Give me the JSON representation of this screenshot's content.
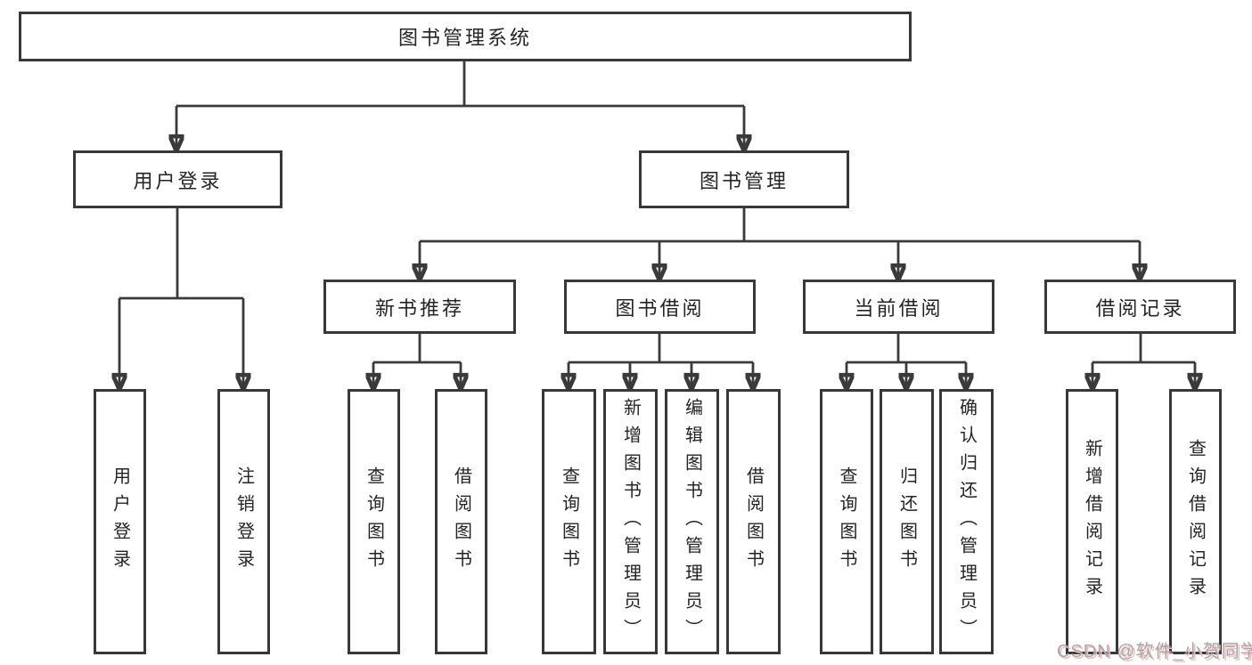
{
  "colors": {
    "background": "#ffffff",
    "line": "#3a3a3a",
    "box_border": "#383838",
    "text": "#242424",
    "watermark_gray": "#a6a6a6",
    "watermark_pink": "#f2bdbd"
  },
  "root": {
    "label": "图书管理系统"
  },
  "branches": {
    "user_login": {
      "label": "用户登录",
      "children": [
        {
          "label": "用户登录"
        },
        {
          "label": "注销登录"
        }
      ]
    },
    "book_mgmt": {
      "label": "图书管理",
      "sections": [
        {
          "label": "新书推荐",
          "children": [
            {
              "label": "查询图书"
            },
            {
              "label": "借阅图书"
            }
          ]
        },
        {
          "label": "图书借阅",
          "children": [
            {
              "label": "查询图书"
            },
            {
              "label": "新增图书（管理员）"
            },
            {
              "label": "编辑图书（管理员）"
            },
            {
              "label": "借阅图书"
            }
          ]
        },
        {
          "label": "当前借阅",
          "children": [
            {
              "label": "查询图书"
            },
            {
              "label": "归还图书"
            },
            {
              "label": "确认归还（管理员）"
            }
          ]
        },
        {
          "label": "借阅记录",
          "children": [
            {
              "label": "新增借阅记录"
            },
            {
              "label": "查询借阅记录"
            }
          ]
        }
      ]
    }
  },
  "watermark": {
    "text": "CSDN @软件_小贺同学"
  }
}
